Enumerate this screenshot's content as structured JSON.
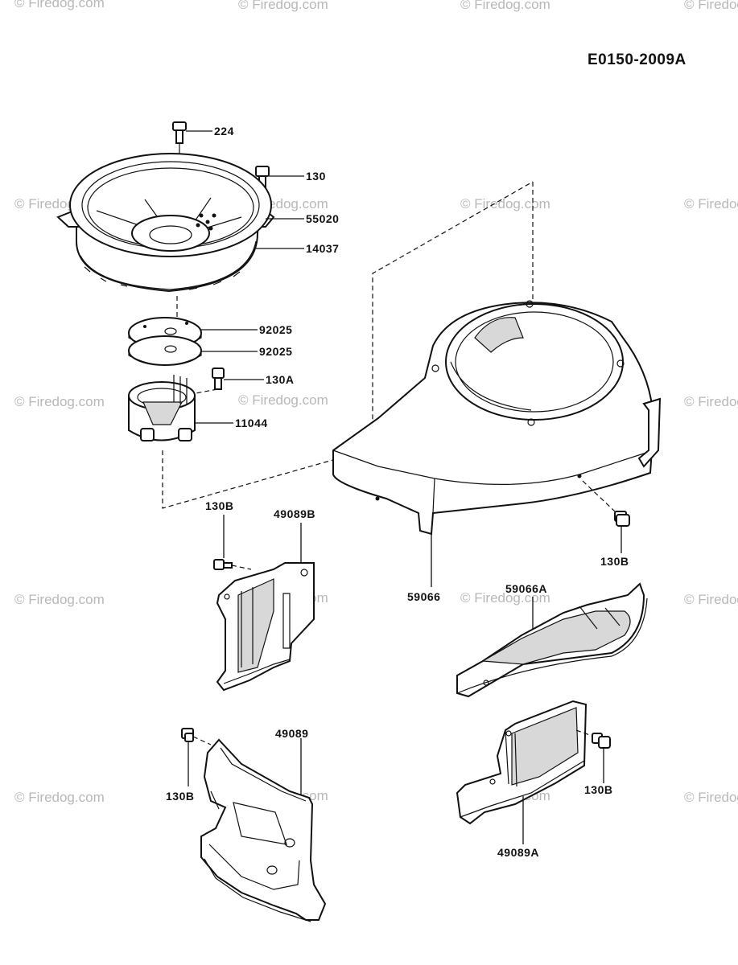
{
  "diagram_code": "E0150-2009A",
  "watermark": "© Firedog.com",
  "callouts": {
    "p224": "224",
    "p130": "130",
    "p55020": "55020",
    "p14037": "14037",
    "p92025a": "92025",
    "p92025b": "92025",
    "p130A": "130A",
    "p11044": "11044",
    "p130B_a": "130B",
    "p49089B": "49089B",
    "p59066": "59066",
    "p130B_b": "130B",
    "p59066A": "59066A",
    "p49089": "49089",
    "p130B_c": "130B",
    "p130B_d": "130B",
    "p49089A": "49089A"
  },
  "icons": {
    "bolt": "bolt-icon",
    "fan-housing": "fan-housing-icon",
    "plate": "plate-icon",
    "cup": "cup-icon",
    "shroud": "shroud-icon",
    "cover": "cover-icon"
  }
}
